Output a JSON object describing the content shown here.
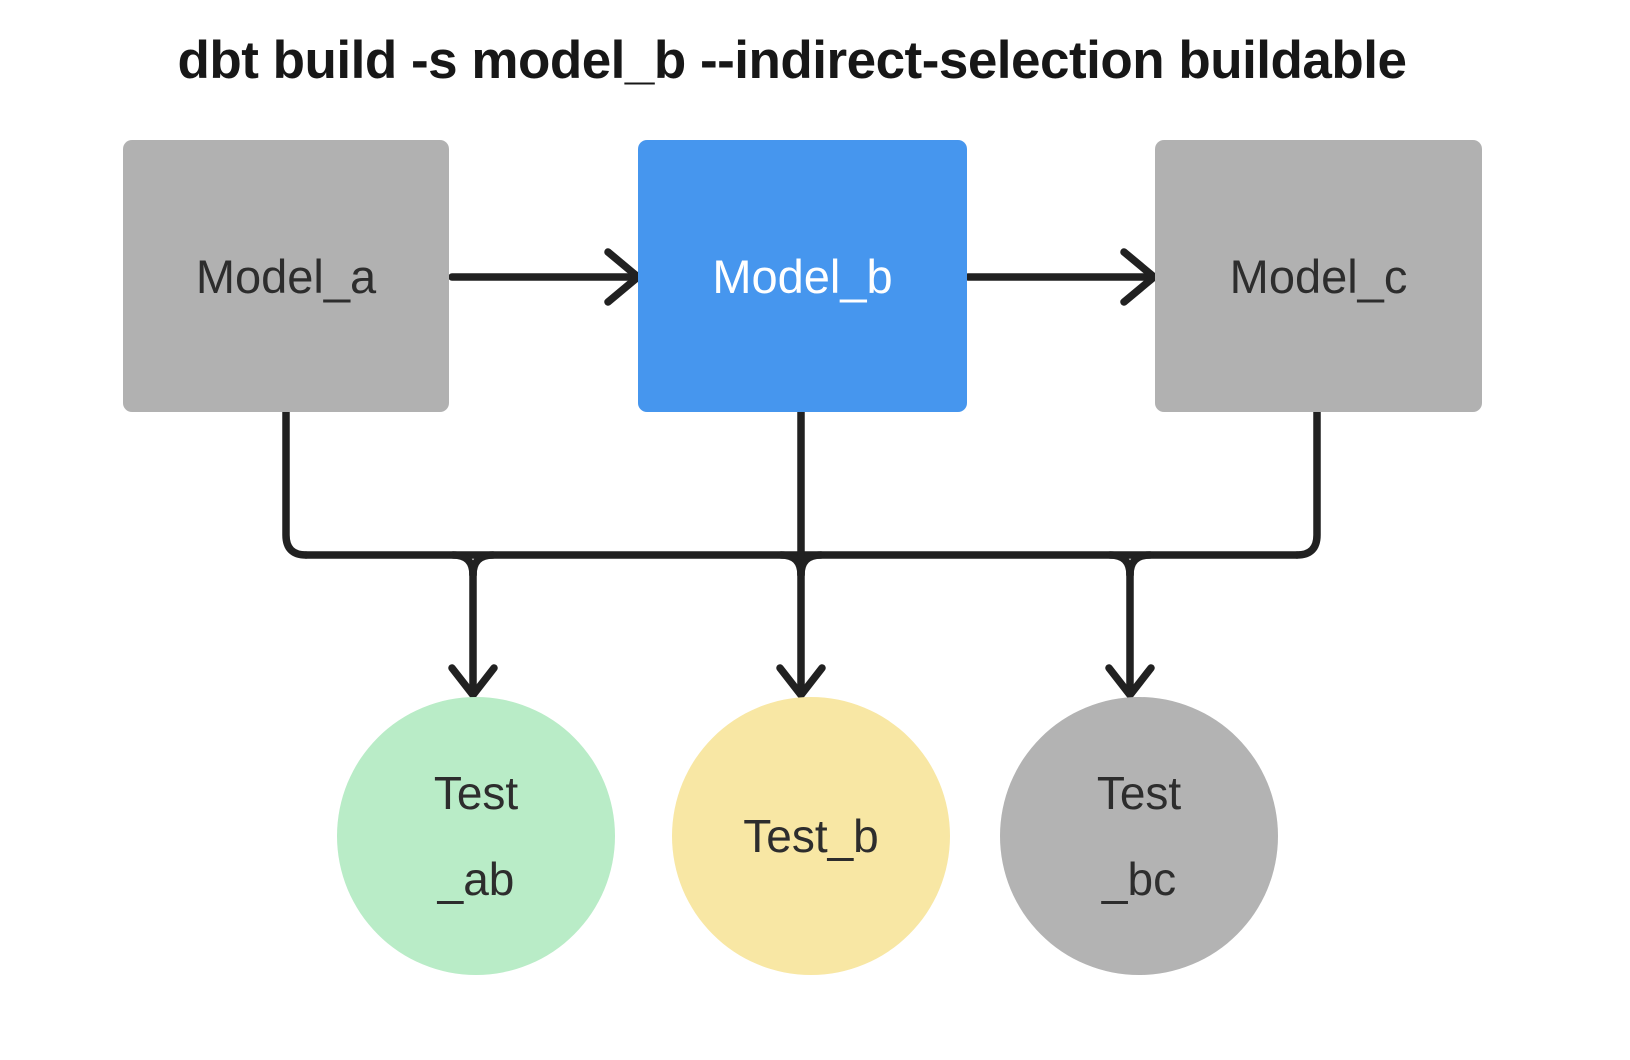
{
  "title": "dbt build -s model_b --indirect-selection buildable",
  "colors": {
    "background": "#ffffff",
    "model_gray": "#b1b1b1",
    "model_blue": "#4696ee",
    "test_green": "#b9ecc7",
    "test_yellow": "#f8e7a4",
    "test_gray": "#b3b3b3",
    "connector": "#212121",
    "label_dark": "#2d2d2d",
    "label_light": "#ffffff",
    "title_color": "#171717"
  },
  "models": [
    {
      "id": "model_a",
      "label": "Model_a",
      "variant": "gray",
      "selected": false
    },
    {
      "id": "model_b",
      "label": "Model_b",
      "variant": "blue",
      "selected": true
    },
    {
      "id": "model_c",
      "label": "Model_c",
      "variant": "gray",
      "selected": false
    }
  ],
  "tests": [
    {
      "id": "test_ab",
      "label_lines": [
        "Test",
        "_ab"
      ],
      "variant": "green"
    },
    {
      "id": "test_b",
      "label_lines": [
        "Test_b"
      ],
      "variant": "yellow"
    },
    {
      "id": "test_bc",
      "label_lines": [
        "Test",
        "_bc"
      ],
      "variant": "gray"
    }
  ],
  "edges": [
    {
      "from": "model_a",
      "to": "model_b"
    },
    {
      "from": "model_b",
      "to": "model_c"
    },
    {
      "from": "model_a",
      "to": "test_ab"
    },
    {
      "from": "model_b",
      "to": "test_ab"
    },
    {
      "from": "model_b",
      "to": "test_b"
    },
    {
      "from": "model_b",
      "to": "test_bc"
    },
    {
      "from": "model_c",
      "to": "test_bc"
    }
  ]
}
